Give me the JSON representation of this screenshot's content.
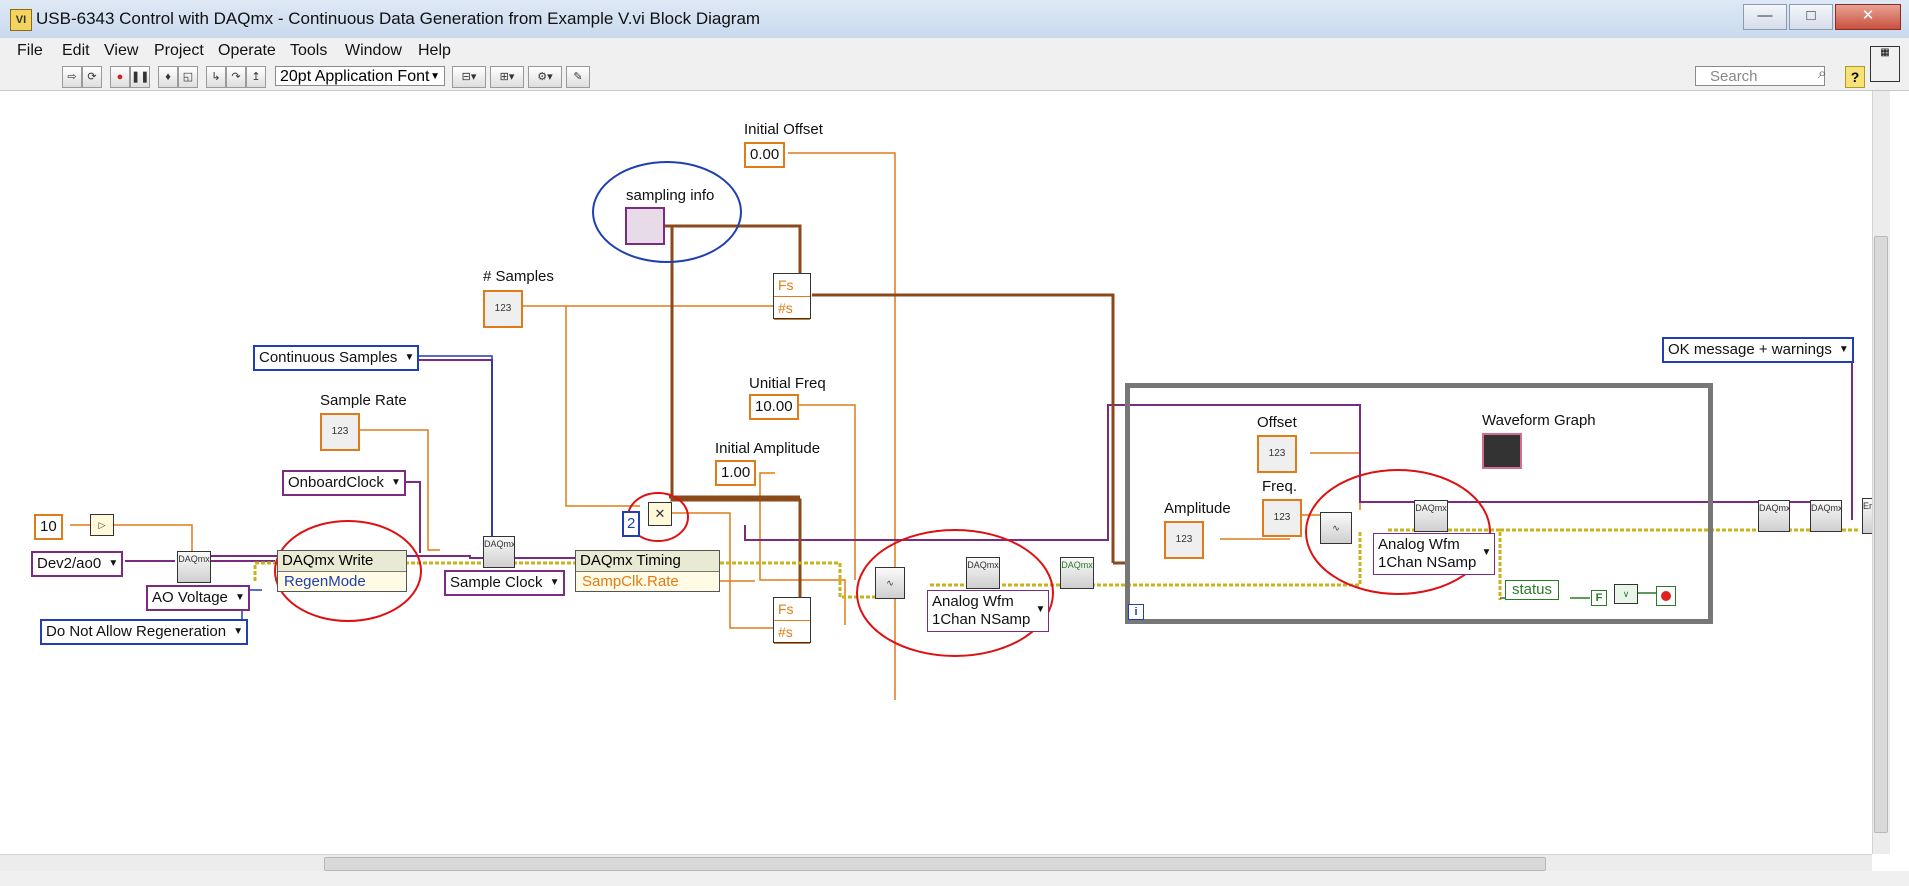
{
  "window": {
    "title": "USB-6343 Control with DAQmx - Continuous Data Generation from Example V.vi Block Diagram",
    "app_icon": "labview-vi-icon",
    "buttons": {
      "minimize": "—",
      "maximize": "□",
      "close": "✕"
    }
  },
  "menu": [
    "File",
    "Edit",
    "View",
    "Project",
    "Operate",
    "Tools",
    "Window",
    "Help"
  ],
  "toolbar": {
    "font": "20pt Application Font",
    "search_placeholder": "Search",
    "help": "?"
  },
  "diagram": {
    "initial_offset_label": "Initial Offset",
    "initial_offset_value": "0.00",
    "sampling_info_label": "sampling info",
    "num_samples_label": "# Samples",
    "num_icon": "123",
    "cluster_fs": "Fs",
    "cluster_ns": "#s",
    "continuous_samples": "Continuous Samples",
    "sample_rate_label": "Sample Rate",
    "onboard_clock": "OnboardClock",
    "unitial_freq_label": "Unitial Freq",
    "unitial_freq_value": "10.00",
    "initial_amplitude_label": "Initial Amplitude",
    "initial_amplitude_value": "1.00",
    "const_10": "10",
    "dev_channel": "Dev2/ao0",
    "ao_voltage": "AO Voltage",
    "do_not_allow_regen": "Do Not Allow Regeneration",
    "daqmx_write_head": "DAQmx Write",
    "daqmx_write_row": "RegenMode",
    "daqmx_timing_head": "DAQmx Timing",
    "daqmx_timing_row": "SampClk.Rate",
    "sample_clock": "Sample Clock",
    "const_2": "2",
    "analog_wfm_1": "Analog Wfm",
    "analog_wfm_1b": "1Chan NSamp",
    "offset_label": "Offset",
    "freq_label": "Freq.",
    "amplitude_label": "Amplitude",
    "waveform_graph_label": "Waveform Graph",
    "analog_wfm_2": "Analog Wfm",
    "analog_wfm_2b": "1Chan NSamp",
    "status": "status",
    "bool_f": "F",
    "ok_message": "OK message + warnings",
    "loop_index": "i",
    "daqmx_badge": "DAQmx"
  }
}
